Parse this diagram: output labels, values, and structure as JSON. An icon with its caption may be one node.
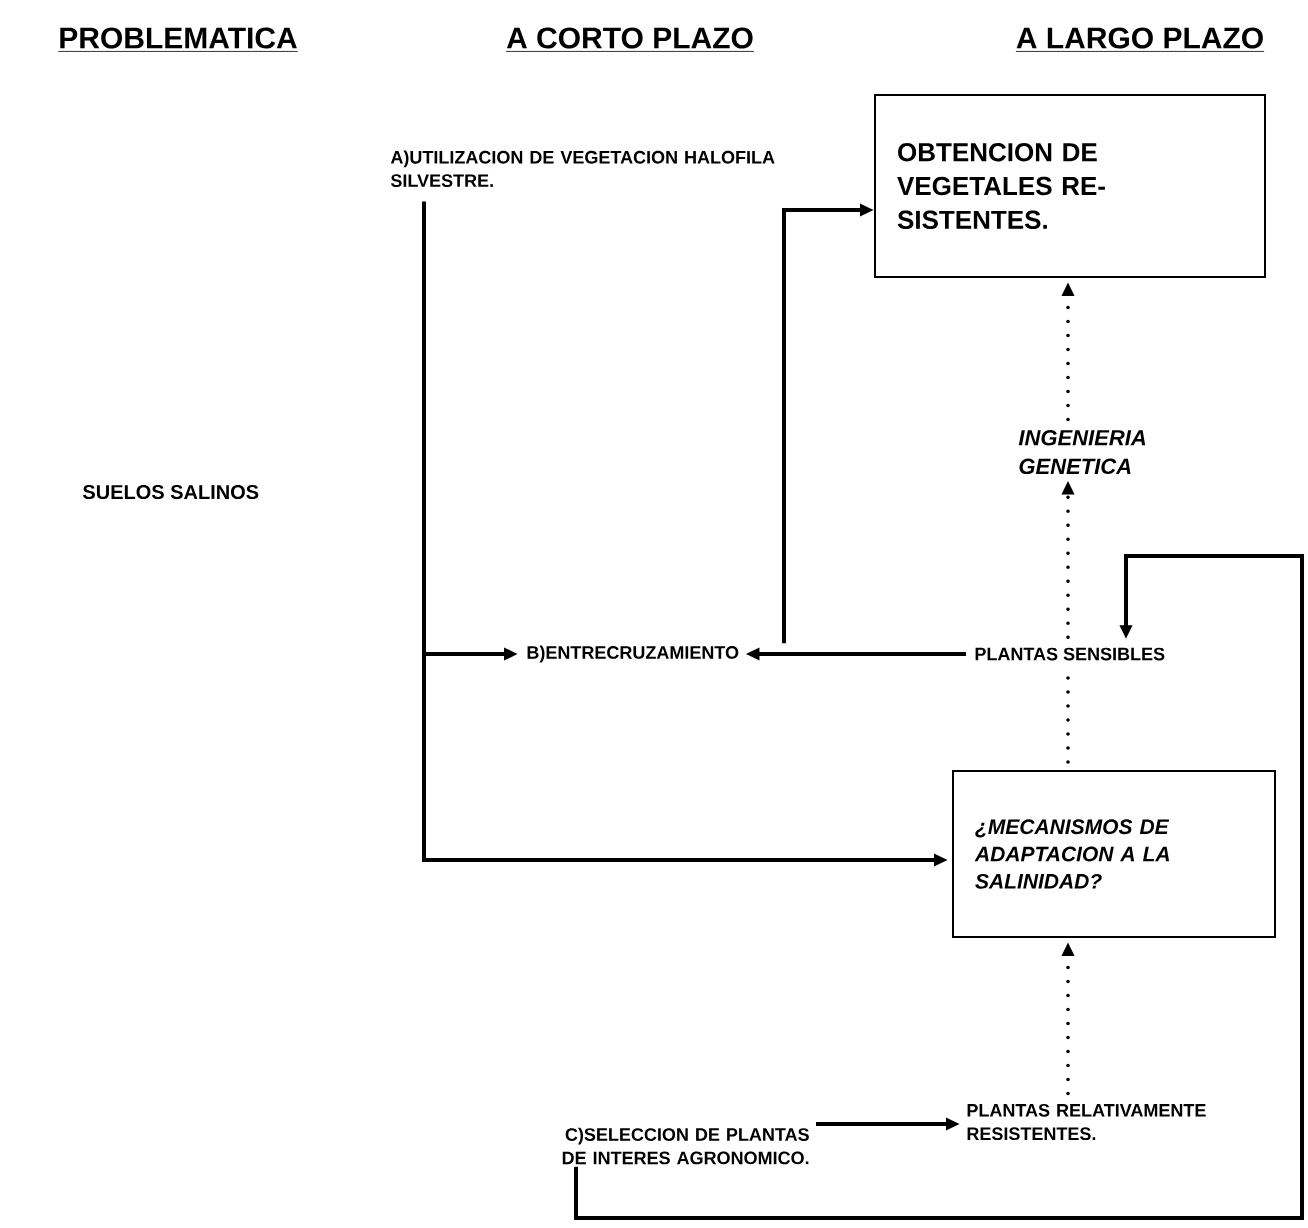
{
  "diagram": {
    "nodes": [
      {
        "text": [
          "A)UTILIZACION DE VEGETACION HALOFILA SILVESTRE."
        ]
      },
      {
        "text": [
          "OBTENCION DE VEGETALES RE-SISTENTES."
        ]
      },
      {
        "text": [
          "INGENIERIA GENETICA"
        ]
      },
      {
        "text": [
          "B)ENTRECRUZAMIENTO"
        ]
      },
      {
        "text": [
          "PLANTAS SENSIBLES"
        ]
      },
      {
        "text": [
          "¿MECANISMOS DE ADAPTACION A LA SALINIDAD?"
        ]
      },
      {
        "text": [
          "C)SELECCION DE PLANTAS DE INTERES AGRONOMICO."
        ]
      },
      {
        "text": [
          "PLANTAS RELATIVAMENTE RESISTENTES."
        ]
      }
    ],
    "edges": [
      {
        "from": 0,
        "to": 3,
        "arrow": "to"
      },
      {
        "from": 0,
        "to": 5,
        "arrow": "to"
      },
      {
        "from": 3,
        "to": 1,
        "arrow": "to"
      },
      {
        "from": 4,
        "to": 3,
        "arrow": "to"
      },
      {
        "from": 2,
        "to": 1,
        "arrow": "to",
        "style": "dashed"
      },
      {
        "from": 4,
        "to": 2,
        "arrow": "to",
        "style": "dashed"
      },
      {
        "from": 5,
        "to": 4,
        "arrow": "none",
        "style": "dashed"
      },
      {
        "from": 7,
        "to": 5,
        "arrow": "to",
        "style": "dashed"
      },
      {
        "from": 6,
        "to": 7,
        "arrow": "to"
      },
      {
        "from": 6,
        "to": 4,
        "arrow": "to"
      }
    ],
    "labels": [
      "PROBLEMATICA",
      "A CORTO PLAZO",
      "A LARGO PLAZO",
      "SUELOS SALINOS"
    ]
  }
}
